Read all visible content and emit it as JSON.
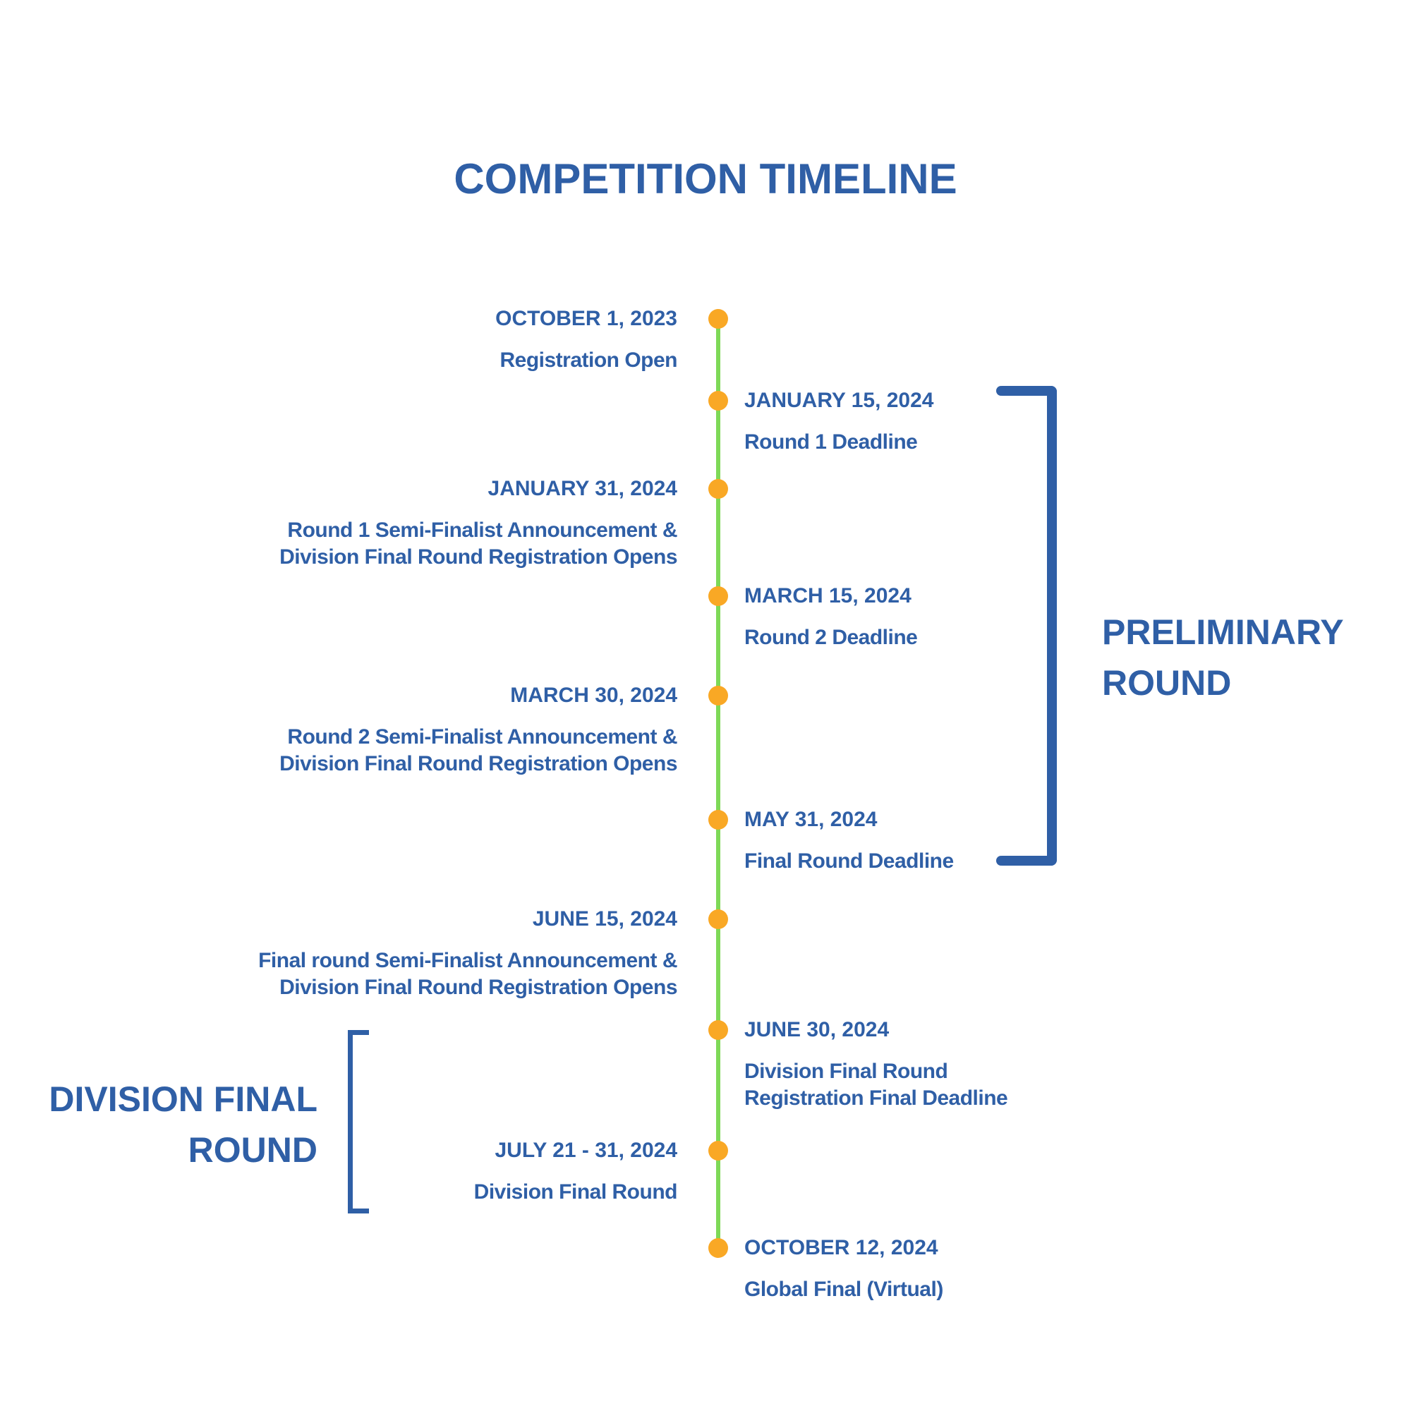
{
  "title": "COMPETITION TIMELINE",
  "colors": {
    "primary": "#2f5fa6",
    "line": "#7ed957",
    "dot": "#f9a825"
  },
  "events": [
    {
      "date": "OCTOBER 1, 2023",
      "desc": "Registration Open",
      "side": "left"
    },
    {
      "date": "JANUARY 15, 2024",
      "desc": "Round 1 Deadline",
      "side": "right"
    },
    {
      "date": "JANUARY 31, 2024",
      "desc": "Round 1 Semi-Finalist Announcement &\nDivision Final Round Registration Opens",
      "side": "left"
    },
    {
      "date": "MARCH 15, 2024",
      "desc": "Round 2 Deadline",
      "side": "right"
    },
    {
      "date": "MARCH 30, 2024",
      "desc": "Round 2 Semi-Finalist Announcement &\nDivision Final Round Registration Opens",
      "side": "left"
    },
    {
      "date": "MAY 31, 2024",
      "desc": "Final Round Deadline",
      "side": "right"
    },
    {
      "date": "JUNE 15, 2024",
      "desc": "Final round Semi-Finalist Announcement &\nDivision Final Round Registration Opens",
      "side": "left"
    },
    {
      "date": "JUNE 30, 2024",
      "desc": "Division Final Round\nRegistration Final Deadline",
      "side": "right"
    },
    {
      "date": "JULY 21 - 31, 2024",
      "desc": "Division Final Round",
      "side": "left"
    },
    {
      "date": "OCTOBER 12, 2024",
      "desc": "Global Final (Virtual)",
      "side": "right"
    }
  ],
  "groups": {
    "preliminary": "PRELIMINARY\nROUND",
    "division": "DIVISION FINAL\nROUND"
  }
}
